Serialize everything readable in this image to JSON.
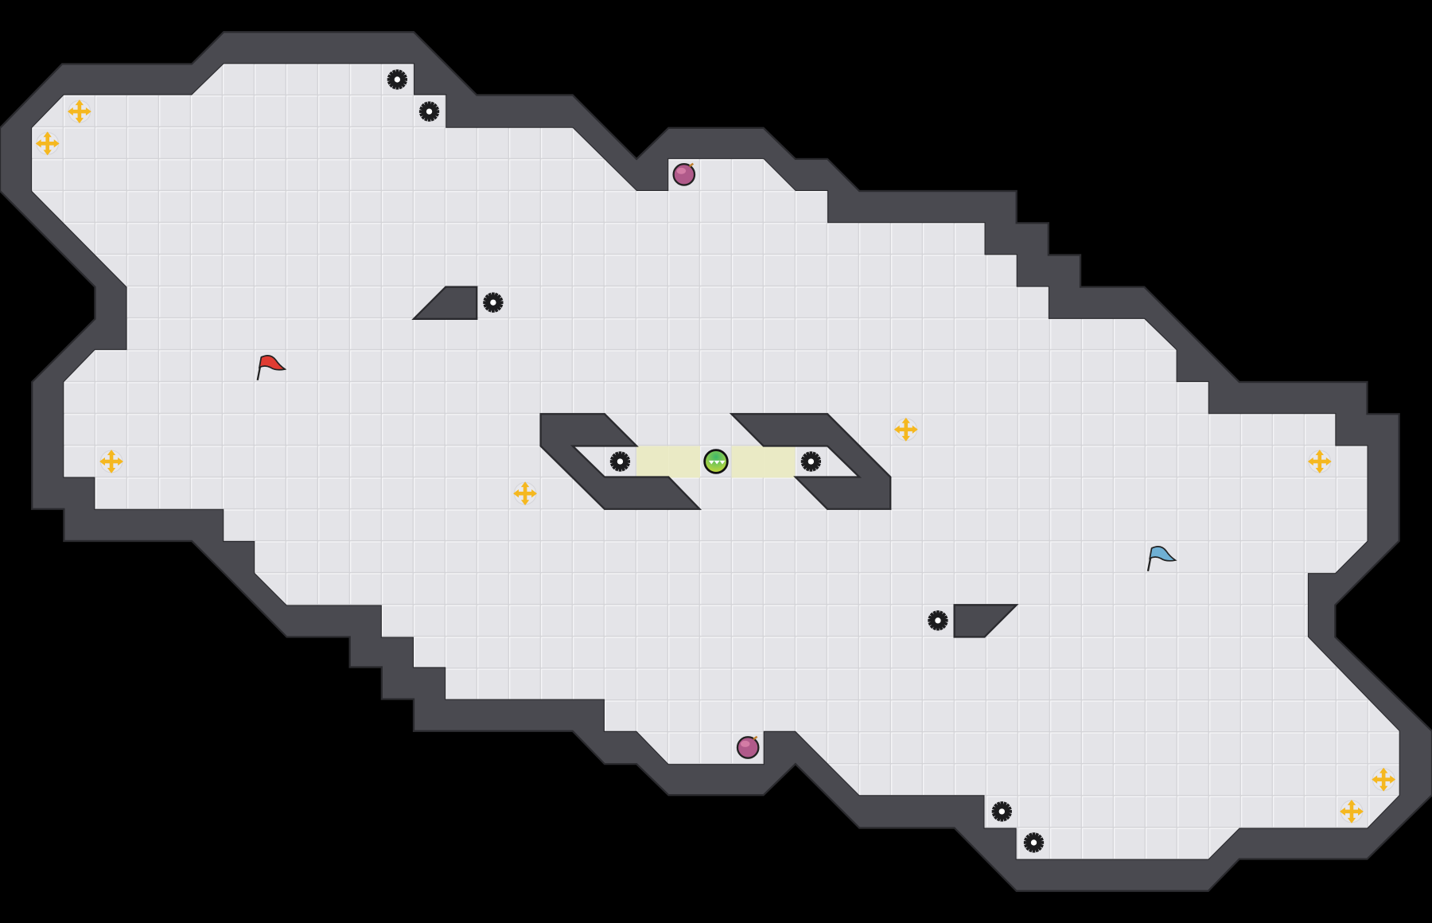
{
  "colors": {
    "background": "#000000",
    "floor": "#e4e4e8",
    "grid_line": "#f4f4f6",
    "wall": "#4a4a50",
    "wall_edge": "#2a2a2e",
    "highlight_tile": "#ebebc4",
    "player": "#5cbf3a",
    "bomb": "#b05a8a",
    "pickup": "#f5b820",
    "flag_red": "#e03c32",
    "flag_blue": "#5aa0c8"
  },
  "entities": {
    "player": "green-ball",
    "hazards": "spike-gear",
    "pickups": "move-arrows",
    "bombs": "bomb",
    "flags": [
      "red-flag",
      "blue-flag"
    ]
  }
}
